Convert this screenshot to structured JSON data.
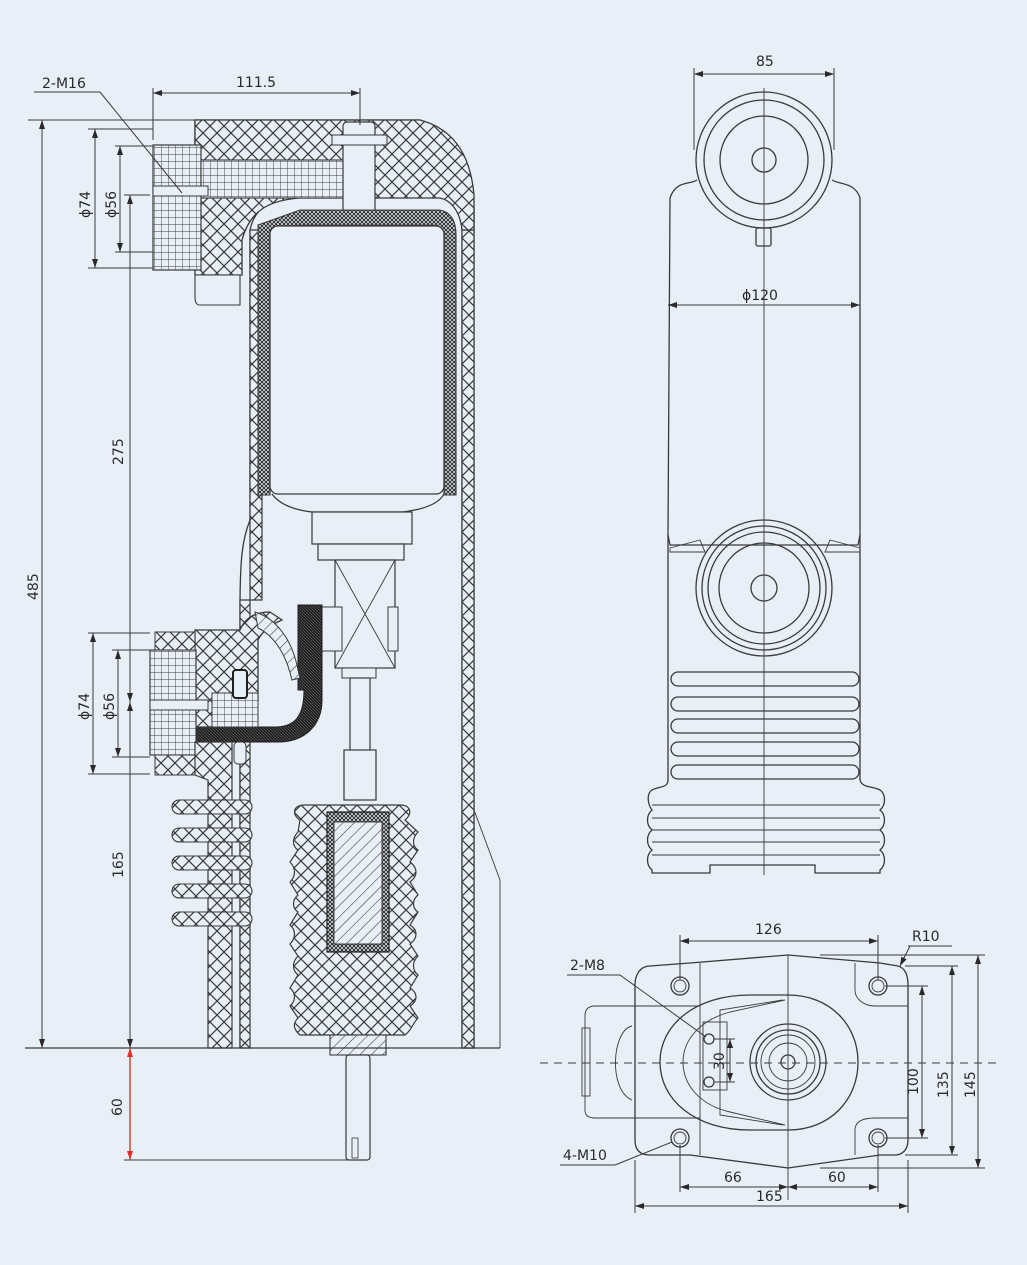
{
  "drawing": {
    "side_view": {
      "thread_top": "2-M16",
      "width_top": "111.5",
      "dia_outer_top": "ϕ74",
      "dia_inner_top": "ϕ56",
      "height_upper": "275",
      "height_total": "485",
      "dia_outer_mid": "ϕ74",
      "dia_inner_mid": "ϕ56",
      "height_lower": "165",
      "stroke_extension": "60"
    },
    "front_view": {
      "width_top": "85",
      "body_diameter": "ϕ120"
    },
    "bottom_view": {
      "hole_spacing": "126",
      "corner_radius": "R10",
      "thread_small": "2-M8",
      "small_hole_spacing": "30",
      "thread_mount": "4-M10",
      "height_holes": "100",
      "height_inner": "135",
      "height_total": "145",
      "offset_left": "66",
      "offset_right": "60",
      "width_total": "165"
    }
  },
  "colors": {
    "background": "#e8eff6",
    "line": "#3a3a3a",
    "highlight_dimension": "#e0302a"
  }
}
